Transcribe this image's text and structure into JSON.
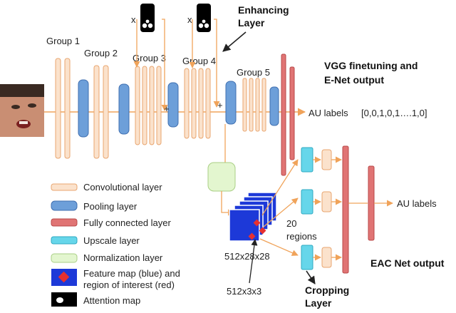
{
  "groups": [
    "Group 1",
    "Group 2",
    "Group 3",
    "Group 4",
    "Group 5"
  ],
  "annotations": {
    "enhancing": [
      "Enhancing",
      "Layer"
    ],
    "vgg": [
      "VGG finetuning and",
      "E-Net output"
    ],
    "au_top_label": "AU labels",
    "au_top_value": "[0,0,1,0,1….1,0]",
    "au_right_label": "AU labels",
    "regions": [
      "20",
      "regions"
    ],
    "fm_size": "512x28x28",
    "roi_size": "512x3x3",
    "eac": "EAC Net output",
    "cropping": [
      "Cropping",
      "Layer"
    ],
    "times": "x",
    "plus": "+"
  },
  "legend": [
    {
      "label": "Convolutional layer"
    },
    {
      "label": "Pooling layer"
    },
    {
      "label": "Fully connected layer"
    },
    {
      "label": "Upscale layer"
    },
    {
      "label": "Normalization layer"
    },
    {
      "label": "Feature map (blue) and"
    },
    {
      "label": "region of interest (red)"
    },
    {
      "label": "Attention map"
    }
  ],
  "colors": {
    "conv_fill": "#fbe2cc",
    "conv_stroke": "#e8a56f",
    "pool_fill": "#6d9fd9",
    "pool_stroke": "#3f6fb0",
    "fc_fill": "#e07474",
    "fc_stroke": "#b84848",
    "upscale_fill": "#66d6ea",
    "upscale_stroke": "#2fa9c2",
    "norm_fill": "#e3f6cf",
    "norm_stroke": "#a9cf85",
    "arrow": "#f0a35a",
    "feature_blue": "#1d39d8",
    "roi_red": "#e63030",
    "au_value_red": "#e63030"
  }
}
